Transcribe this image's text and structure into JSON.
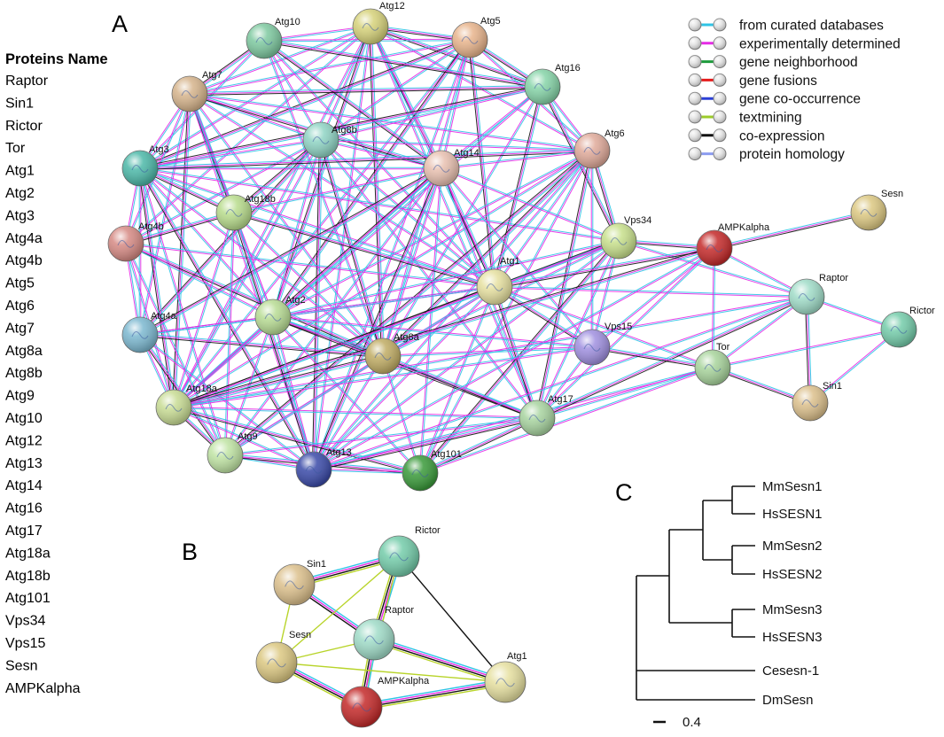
{
  "panels": {
    "A": "A",
    "B": "B",
    "C": "C"
  },
  "protein_list": {
    "heading": "Proteins Name",
    "items": [
      "Raptor",
      "Sin1",
      "Rictor",
      "Tor",
      "Atg1",
      "Atg2",
      "Atg3",
      "Atg4a",
      "Atg4b",
      "Atg5",
      "Atg6",
      "Atg7",
      "Atg8a",
      "Atg8b",
      "Atg9",
      "Atg10",
      "Atg12",
      "Atg13",
      "Atg14",
      "Atg16",
      "Atg17",
      "Atg18a",
      "Atg18b",
      "Atg101",
      "Vps34",
      "Vps15",
      "Sesn",
      "AMPKalpha"
    ]
  },
  "legend": [
    {
      "label": "from curated databases",
      "color": "#2fc4e6"
    },
    {
      "label": "experimentally determined",
      "color": "#e62ae6"
    },
    {
      "label": "gene neighborhood",
      "color": "#1d9b3c"
    },
    {
      "label": "gene fusions",
      "color": "#e61c1c"
    },
    {
      "label": "gene co-occurrence",
      "color": "#2a3fd6"
    },
    {
      "label": "textmining",
      "color": "#9ccc2a"
    },
    {
      "label": "co-expression",
      "color": "#111111"
    },
    {
      "label": "protein homology",
      "color": "#8c9cf0"
    }
  ],
  "edge_colors": {
    "curated": "#2fc4e6",
    "experimental": "#e62ae6",
    "coexpression": "#111111",
    "textmining": "#b8d42a"
  },
  "network_a": {
    "nodes": [
      {
        "id": "Atg10",
        "color": "#7ec9a0"
      },
      {
        "id": "Atg12",
        "color": "#d6d27a"
      },
      {
        "id": "Atg5",
        "color": "#e8b48c"
      },
      {
        "id": "Atg16",
        "color": "#86d4a8"
      },
      {
        "id": "Atg7",
        "color": "#d6b48c"
      },
      {
        "id": "Atg8b",
        "color": "#8fd4c4"
      },
      {
        "id": "Atg6",
        "color": "#e0aa9a"
      },
      {
        "id": "Atg14",
        "color": "#e8c0b0"
      },
      {
        "id": "Atg3",
        "color": "#4cb8a8"
      },
      {
        "id": "Atg18b",
        "color": "#b8dc8c"
      },
      {
        "id": "Atg4b",
        "color": "#d68a84"
      },
      {
        "id": "Vps34",
        "color": "#c8e08c"
      },
      {
        "id": "AMPKalpha",
        "color": "#c42a2a"
      },
      {
        "id": "Sesn",
        "color": "#dcc882"
      },
      {
        "id": "Atg1",
        "color": "#e6e0a0"
      },
      {
        "id": "Raptor",
        "color": "#a0dcc8"
      },
      {
        "id": "Atg4a",
        "color": "#7cb8d0"
      },
      {
        "id": "Atg2",
        "color": "#b8dc94"
      },
      {
        "id": "Vps15",
        "color": "#a090e0"
      },
      {
        "id": "Rictor",
        "color": "#74ccaa"
      },
      {
        "id": "Atg8a",
        "color": "#c0ac64"
      },
      {
        "id": "Tor",
        "color": "#a8d49c"
      },
      {
        "id": "Sin1",
        "color": "#dcc08c"
      },
      {
        "id": "Atg18a",
        "color": "#c8dc94"
      },
      {
        "id": "Atg17",
        "color": "#a8d4a0"
      },
      {
        "id": "Atg9",
        "color": "#c0e4a4"
      },
      {
        "id": "Atg13",
        "color": "#3a4aa8"
      },
      {
        "id": "Atg101",
        "color": "#3a9a3a"
      }
    ],
    "edges": [
      [
        "Atg12",
        "Atg5"
      ],
      [
        "Atg12",
        "Atg10"
      ],
      [
        "Atg12",
        "Atg7"
      ],
      [
        "Atg12",
        "Atg16"
      ],
      [
        "Atg12",
        "Atg8b"
      ],
      [
        "Atg12",
        "Atg3"
      ],
      [
        "Atg12",
        "Atg14"
      ],
      [
        "Atg12",
        "Atg6"
      ],
      [
        "Atg12",
        "Atg1"
      ],
      [
        "Atg12",
        "Atg8a"
      ],
      [
        "Atg12",
        "Atg18a"
      ],
      [
        "Atg12",
        "Atg4b"
      ],
      [
        "Atg12",
        "Atg2"
      ],
      [
        "Atg12",
        "Atg17"
      ],
      [
        "Atg12",
        "Atg13"
      ],
      [
        "Atg5",
        "Atg16"
      ],
      [
        "Atg5",
        "Atg10"
      ],
      [
        "Atg5",
        "Atg7"
      ],
      [
        "Atg5",
        "Atg3"
      ],
      [
        "Atg5",
        "Atg8b"
      ],
      [
        "Atg5",
        "Atg14"
      ],
      [
        "Atg5",
        "Atg1"
      ],
      [
        "Atg5",
        "Atg8a"
      ],
      [
        "Atg5",
        "Atg18a"
      ],
      [
        "Atg5",
        "Atg2"
      ],
      [
        "Atg5",
        "Atg6"
      ],
      [
        "Atg5",
        "Atg13"
      ],
      [
        "Atg10",
        "Atg7"
      ],
      [
        "Atg10",
        "Atg3"
      ],
      [
        "Atg10",
        "Atg8b"
      ],
      [
        "Atg10",
        "Atg16"
      ],
      [
        "Atg10",
        "Atg1"
      ],
      [
        "Atg10",
        "Atg8a"
      ],
      [
        "Atg10",
        "Atg14"
      ],
      [
        "Atg7",
        "Atg3"
      ],
      [
        "Atg7",
        "Atg8b"
      ],
      [
        "Atg7",
        "Atg16"
      ],
      [
        "Atg7",
        "Atg4b"
      ],
      [
        "Atg7",
        "Atg4a"
      ],
      [
        "Atg7",
        "Atg18a"
      ],
      [
        "Atg7",
        "Atg1"
      ],
      [
        "Atg7",
        "Atg8a"
      ],
      [
        "Atg7",
        "Atg14"
      ],
      [
        "Atg7",
        "Atg6"
      ],
      [
        "Atg7",
        "Atg2"
      ],
      [
        "Atg7",
        "Atg18b"
      ],
      [
        "Atg7",
        "Atg13"
      ],
      [
        "Atg16",
        "Atg8b"
      ],
      [
        "Atg16",
        "Atg3"
      ],
      [
        "Atg16",
        "Atg14"
      ],
      [
        "Atg16",
        "Atg6"
      ],
      [
        "Atg16",
        "Atg1"
      ],
      [
        "Atg16",
        "Atg8a"
      ],
      [
        "Atg16",
        "Atg18a"
      ],
      [
        "Atg16",
        "Vps34"
      ],
      [
        "Atg8b",
        "Atg3"
      ],
      [
        "Atg8b",
        "Atg4b"
      ],
      [
        "Atg8b",
        "Atg4a"
      ],
      [
        "Atg8b",
        "Atg14"
      ],
      [
        "Atg8b",
        "Atg1"
      ],
      [
        "Atg8b",
        "Atg8a"
      ],
      [
        "Atg8b",
        "Atg18a"
      ],
      [
        "Atg8b",
        "Atg2"
      ],
      [
        "Atg8b",
        "Atg18b"
      ],
      [
        "Atg8b",
        "Atg6"
      ],
      [
        "Atg8b",
        "Atg17"
      ],
      [
        "Atg8b",
        "Atg13"
      ],
      [
        "Atg3",
        "Atg4b"
      ],
      [
        "Atg3",
        "Atg4a"
      ],
      [
        "Atg3",
        "Atg18a"
      ],
      [
        "Atg3",
        "Atg8a"
      ],
      [
        "Atg3",
        "Atg1"
      ],
      [
        "Atg3",
        "Atg18b"
      ],
      [
        "Atg3",
        "Atg14"
      ],
      [
        "Atg3",
        "Atg2"
      ],
      [
        "Atg3",
        "Atg6"
      ],
      [
        "Atg3",
        "Vps34"
      ],
      [
        "Atg3",
        "Atg9"
      ],
      [
        "Atg3",
        "Atg13"
      ],
      [
        "Atg4b",
        "Atg4a"
      ],
      [
        "Atg4b",
        "Atg18a"
      ],
      [
        "Atg4b",
        "Atg8a"
      ],
      [
        "Atg4b",
        "Atg1"
      ],
      [
        "Atg4b",
        "Atg2"
      ],
      [
        "Atg4b",
        "Atg18b"
      ],
      [
        "Atg4b",
        "Atg9"
      ],
      [
        "Atg4a",
        "Atg18a"
      ],
      [
        "Atg4a",
        "Atg8a"
      ],
      [
        "Atg4a",
        "Atg1"
      ],
      [
        "Atg4a",
        "Atg2"
      ],
      [
        "Atg4a",
        "Atg9"
      ],
      [
        "Atg4a",
        "Atg13"
      ],
      [
        "Atg6",
        "Atg14"
      ],
      [
        "Atg6",
        "Vps34"
      ],
      [
        "Atg6",
        "Vps15"
      ],
      [
        "Atg6",
        "Atg1"
      ],
      [
        "Atg6",
        "Atg8a"
      ],
      [
        "Atg6",
        "Atg18a"
      ],
      [
        "Atg6",
        "Atg2"
      ],
      [
        "Atg6",
        "Atg17"
      ],
      [
        "Atg6",
        "Atg13"
      ],
      [
        "Atg6",
        "Atg101"
      ],
      [
        "Atg6",
        "Atg9"
      ],
      [
        "Atg14",
        "Vps34"
      ],
      [
        "Atg14",
        "Vps15"
      ],
      [
        "Atg14",
        "Atg1"
      ],
      [
        "Atg14",
        "Atg18a"
      ],
      [
        "Atg14",
        "Atg8a"
      ],
      [
        "Atg14",
        "Atg2"
      ],
      [
        "Atg14",
        "Atg18b"
      ],
      [
        "Atg14",
        "Atg17"
      ],
      [
        "Atg14",
        "Atg13"
      ],
      [
        "Atg14",
        "Atg101"
      ],
      [
        "Atg14",
        "Atg9"
      ],
      [
        "Atg14",
        "Atg4a"
      ],
      [
        "Atg18b",
        "Atg18a"
      ],
      [
        "Atg18b",
        "Atg2"
      ],
      [
        "Atg18b",
        "Atg1"
      ],
      [
        "Atg18b",
        "Atg8a"
      ],
      [
        "Atg18b",
        "Atg9"
      ],
      [
        "Atg18b",
        "Atg13"
      ],
      [
        "Vps34",
        "Vps15"
      ],
      [
        "Vps34",
        "Atg1"
      ],
      [
        "Vps34",
        "AMPKalpha"
      ],
      [
        "Vps34",
        "Atg17"
      ],
      [
        "Vps34",
        "Atg13"
      ],
      [
        "Vps34",
        "Atg18a"
      ],
      [
        "Vps34",
        "Atg8a"
      ],
      [
        "Vps34",
        "Atg2"
      ],
      [
        "Vps34",
        "Atg101"
      ],
      [
        "Vps34",
        "Raptor"
      ],
      [
        "Atg1",
        "Atg13"
      ],
      [
        "Atg1",
        "Atg17"
      ],
      [
        "Atg1",
        "Atg101"
      ],
      [
        "Atg1",
        "Atg2"
      ],
      [
        "Atg1",
        "Atg18a"
      ],
      [
        "Atg1",
        "Atg8a"
      ],
      [
        "Atg1",
        "Atg9"
      ],
      [
        "Atg1",
        "AMPKalpha"
      ],
      [
        "Atg1",
        "Raptor"
      ],
      [
        "Atg1",
        "Tor"
      ],
      [
        "Atg1",
        "Vps15"
      ],
      [
        "Atg1",
        "Atg4a"
      ],
      [
        "Atg2",
        "Atg18a"
      ],
      [
        "Atg2",
        "Atg8a"
      ],
      [
        "Atg2",
        "Atg9"
      ],
      [
        "Atg2",
        "Atg13"
      ],
      [
        "Atg2",
        "Atg17"
      ],
      [
        "Atg2",
        "Atg101"
      ],
      [
        "Atg2",
        "Vps15"
      ],
      [
        "Atg8a",
        "Atg18a"
      ],
      [
        "Atg8a",
        "Atg9"
      ],
      [
        "Atg8a",
        "Atg13"
      ],
      [
        "Atg8a",
        "Atg17"
      ],
      [
        "Atg8a",
        "Atg101"
      ],
      [
        "Atg8a",
        "Vps15"
      ],
      [
        "Atg18a",
        "Atg9"
      ],
      [
        "Atg18a",
        "Atg13"
      ],
      [
        "Atg18a",
        "Atg17"
      ],
      [
        "Atg18a",
        "Atg101"
      ],
      [
        "Atg18a",
        "Vps15"
      ],
      [
        "Atg9",
        "Atg13"
      ],
      [
        "Atg9",
        "Atg101"
      ],
      [
        "Atg9",
        "Atg17"
      ],
      [
        "Atg13",
        "Atg101"
      ],
      [
        "Atg13",
        "Atg17"
      ],
      [
        "Atg13",
        "Tor"
      ],
      [
        "Atg13",
        "Raptor"
      ],
      [
        "Atg101",
        "Atg17"
      ],
      [
        "Atg101",
        "Tor"
      ],
      [
        "Atg17",
        "Tor"
      ],
      [
        "Atg17",
        "Raptor"
      ],
      [
        "Atg17",
        "Vps15"
      ],
      [
        "Atg17",
        "AMPKalpha"
      ],
      [
        "Vps15",
        "Tor"
      ],
      [
        "Vps15",
        "AMPKalpha"
      ],
      [
        "AMPKalpha",
        "Raptor"
      ],
      [
        "AMPKalpha",
        "Sesn"
      ],
      [
        "AMPKalpha",
        "Tor"
      ],
      [
        "AMPKalpha",
        "Atg13"
      ],
      [
        "AMPKalpha",
        "Atg18a"
      ],
      [
        "Raptor",
        "Rictor"
      ],
      [
        "Raptor",
        "Tor"
      ],
      [
        "Raptor",
        "Sin1"
      ],
      [
        "Raptor",
        "Atg18a"
      ],
      [
        "Tor",
        "Rictor"
      ],
      [
        "Tor",
        "Sin1"
      ],
      [
        "Rictor",
        "Sin1"
      ]
    ]
  },
  "network_b": {
    "nodes": [
      {
        "id": "Rictor",
        "color": "#74ccaa"
      },
      {
        "id": "Sin1",
        "color": "#dcc08c"
      },
      {
        "id": "Raptor",
        "color": "#a0dcc8"
      },
      {
        "id": "Sesn",
        "color": "#dcc882"
      },
      {
        "id": "Atg1",
        "color": "#e6e0a0"
      },
      {
        "id": "AMPKalpha",
        "color": "#c42a2a"
      }
    ],
    "edges": [
      {
        "a": "Sin1",
        "b": "Rictor",
        "types": [
          "curated",
          "experimental",
          "coexpression",
          "textmining"
        ]
      },
      {
        "a": "Sin1",
        "b": "Raptor",
        "types": [
          "curated",
          "experimental",
          "coexpression"
        ]
      },
      {
        "a": "Sin1",
        "b": "Sesn",
        "types": [
          "textmining"
        ]
      },
      {
        "a": "Rictor",
        "b": "Raptor",
        "types": [
          "curated",
          "experimental",
          "coexpression",
          "textmining"
        ]
      },
      {
        "a": "Rictor",
        "b": "Sesn",
        "types": [
          "textmining"
        ]
      },
      {
        "a": "Rictor",
        "b": "Atg1",
        "types": [
          "coexpression"
        ]
      },
      {
        "a": "Rictor",
        "b": "AMPKalpha",
        "types": [
          "textmining"
        ]
      },
      {
        "a": "Raptor",
        "b": "Sesn",
        "types": [
          "textmining"
        ]
      },
      {
        "a": "Raptor",
        "b": "Atg1",
        "types": [
          "curated",
          "experimental",
          "coexpression",
          "textmining"
        ]
      },
      {
        "a": "Raptor",
        "b": "AMPKalpha",
        "types": [
          "curated",
          "experimental",
          "coexpression",
          "textmining"
        ]
      },
      {
        "a": "Sesn",
        "b": "AMPKalpha",
        "types": [
          "curated",
          "experimental",
          "coexpression",
          "textmining"
        ]
      },
      {
        "a": "Sesn",
        "b": "Atg1",
        "types": [
          "textmining"
        ]
      },
      {
        "a": "AMPKalpha",
        "b": "Atg1",
        "types": [
          "curated",
          "experimental",
          "coexpression",
          "textmining"
        ]
      }
    ]
  },
  "tree": {
    "leaves": [
      "MmSesn1",
      "HsSESN1",
      "MmSesn2",
      "HsSESN2",
      "MmSesn3",
      "HsSESN3",
      "Cesesn-1",
      "DmSesn"
    ],
    "scale_label": "0.4"
  }
}
